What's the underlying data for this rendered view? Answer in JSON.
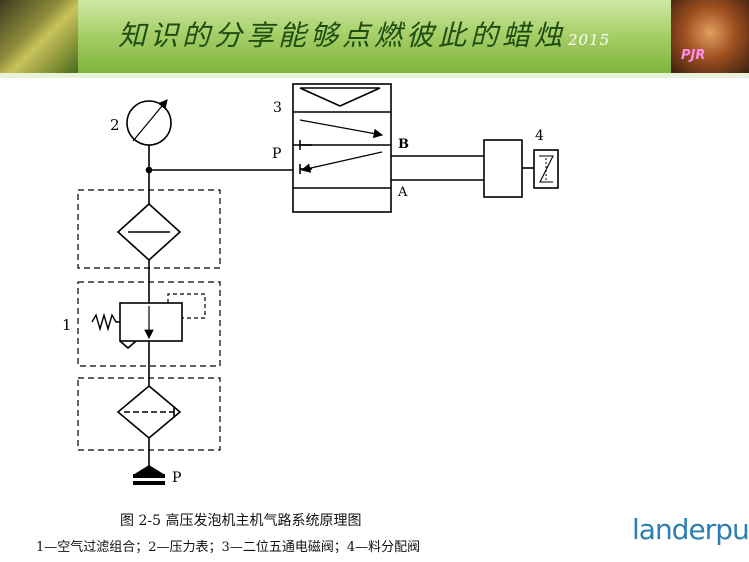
{
  "header": {
    "title": "知识的分享能够点燃彼此的蜡烛",
    "year": "2015",
    "logo_text": "PJR"
  },
  "diagram": {
    "labels": {
      "gauge": "2",
      "valve_unit": "1",
      "solenoid": "3",
      "dispenser": "4",
      "port_p": "P",
      "port_b": "B",
      "port_a": "A",
      "supply_p": "P"
    },
    "caption": "图 2-5    高压发泡机主机气路系统原理图",
    "legend": "1—空气过滤组合；2—压力表；3—二位五通电磁阀；4—料分配阀"
  },
  "brand": "landerpu",
  "colors": {
    "banner_top": "#cfe8a6",
    "banner_bottom": "#7fb43c",
    "title_text": "#1e4d12",
    "brand": "#2c7fb0",
    "line": "#000000"
  }
}
